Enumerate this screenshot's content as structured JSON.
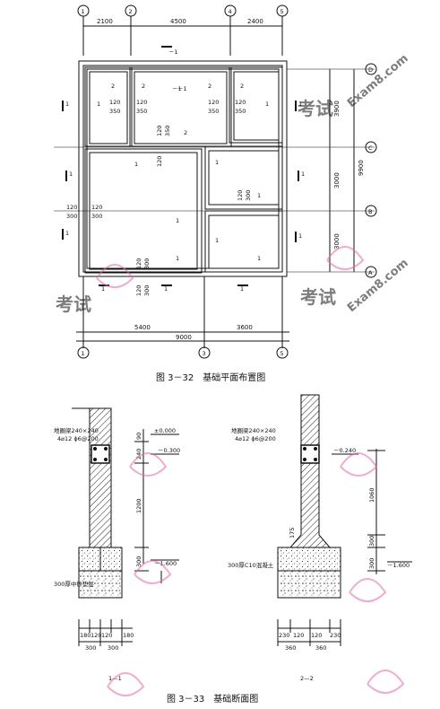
{
  "plan": {
    "caption": "图 3－32　基础平面布置图",
    "axes_top": [
      "1",
      "2",
      "4",
      "5"
    ],
    "axes_bottom": [
      "1",
      "3",
      "5"
    ],
    "axes_right": [
      "D",
      "C",
      "B",
      "A"
    ],
    "dims_top": [
      "2100",
      "4500",
      "2400"
    ],
    "dims_bottom": [
      "5400",
      "3600"
    ],
    "dim_bottom_total": "9000",
    "dims_right": [
      "3900",
      "3000",
      "3000"
    ],
    "dim_right_total": "9900",
    "beam_labels": {
      "top_minus_1": "－1",
      "room_2a": "2",
      "room_2b": "－1",
      "room_2c": "2",
      "room_2d": "2",
      "room_2e": "2",
      "left_1a": "1",
      "left_1b": "1",
      "left_1c": "1",
      "left_1d": "1",
      "right_1a": "1",
      "right_1b": "1",
      "right_1c": "1",
      "right_1d": "1",
      "inner_1a": "1",
      "inner_1b": "1",
      "inner_1c": "1",
      "inner_1d": "1",
      "inner_1e": "1",
      "inner_1f": "1",
      "inner_1g": "1",
      "mid_2": "2",
      "mid_minus_1": "－1",
      "bottom_1a": "1",
      "bottom_1b": "1",
      "bottom_1c": "1"
    },
    "dims_small": {
      "a1": "120",
      "a2": "350",
      "a3": "120",
      "a4": "350",
      "a5": "120",
      "a6": "350",
      "a7": "120",
      "a8": "350",
      "b1": "120",
      "b2": "350",
      "b3": "120",
      "c1": "120",
      "c2": "300",
      "d1": "120",
      "d2": "300",
      "e1": "120",
      "e2": "300",
      "f1": "120",
      "f2": "300",
      "g1": "120",
      "g2": "300"
    }
  },
  "section1": {
    "title": "1—1",
    "beam_label": "地圈梁240×240",
    "rebar_label": "4⌀12  ϕ6@200",
    "elev_top": "±0.000",
    "elev_mid": "－0.300",
    "elev_bottom": "－1.600",
    "dim_v1": "90",
    "dim_v2": "240",
    "dim_v3": "1200",
    "dim_v4": "300",
    "layer_label": "300厚中砂垫层",
    "dims_row1": [
      "180",
      "120",
      "120",
      "180"
    ],
    "dims_row2": [
      "300",
      "300"
    ]
  },
  "section2": {
    "title": "2—2",
    "beam_label": "地圈梁240×240",
    "rebar_label": "4⌀12  ϕ6@200",
    "elev_mid": "－0.240",
    "elev_bottom": "－1.600",
    "dim_v1": "1060",
    "dim_v2": "300",
    "dim_v3": "300",
    "layer_label": "300厚C10混凝土",
    "dims_row1": [
      "230",
      "120",
      "120",
      "230"
    ],
    "dims_row2": [
      "360",
      "360"
    ],
    "dim_slope": "175"
  },
  "caption2": "图 3－33　基础断面图",
  "watermark": {
    "text1": "考试",
    "text2": "Exam8.com"
  },
  "colors": {
    "line": "#111111",
    "watermark": "#e06aa8"
  }
}
